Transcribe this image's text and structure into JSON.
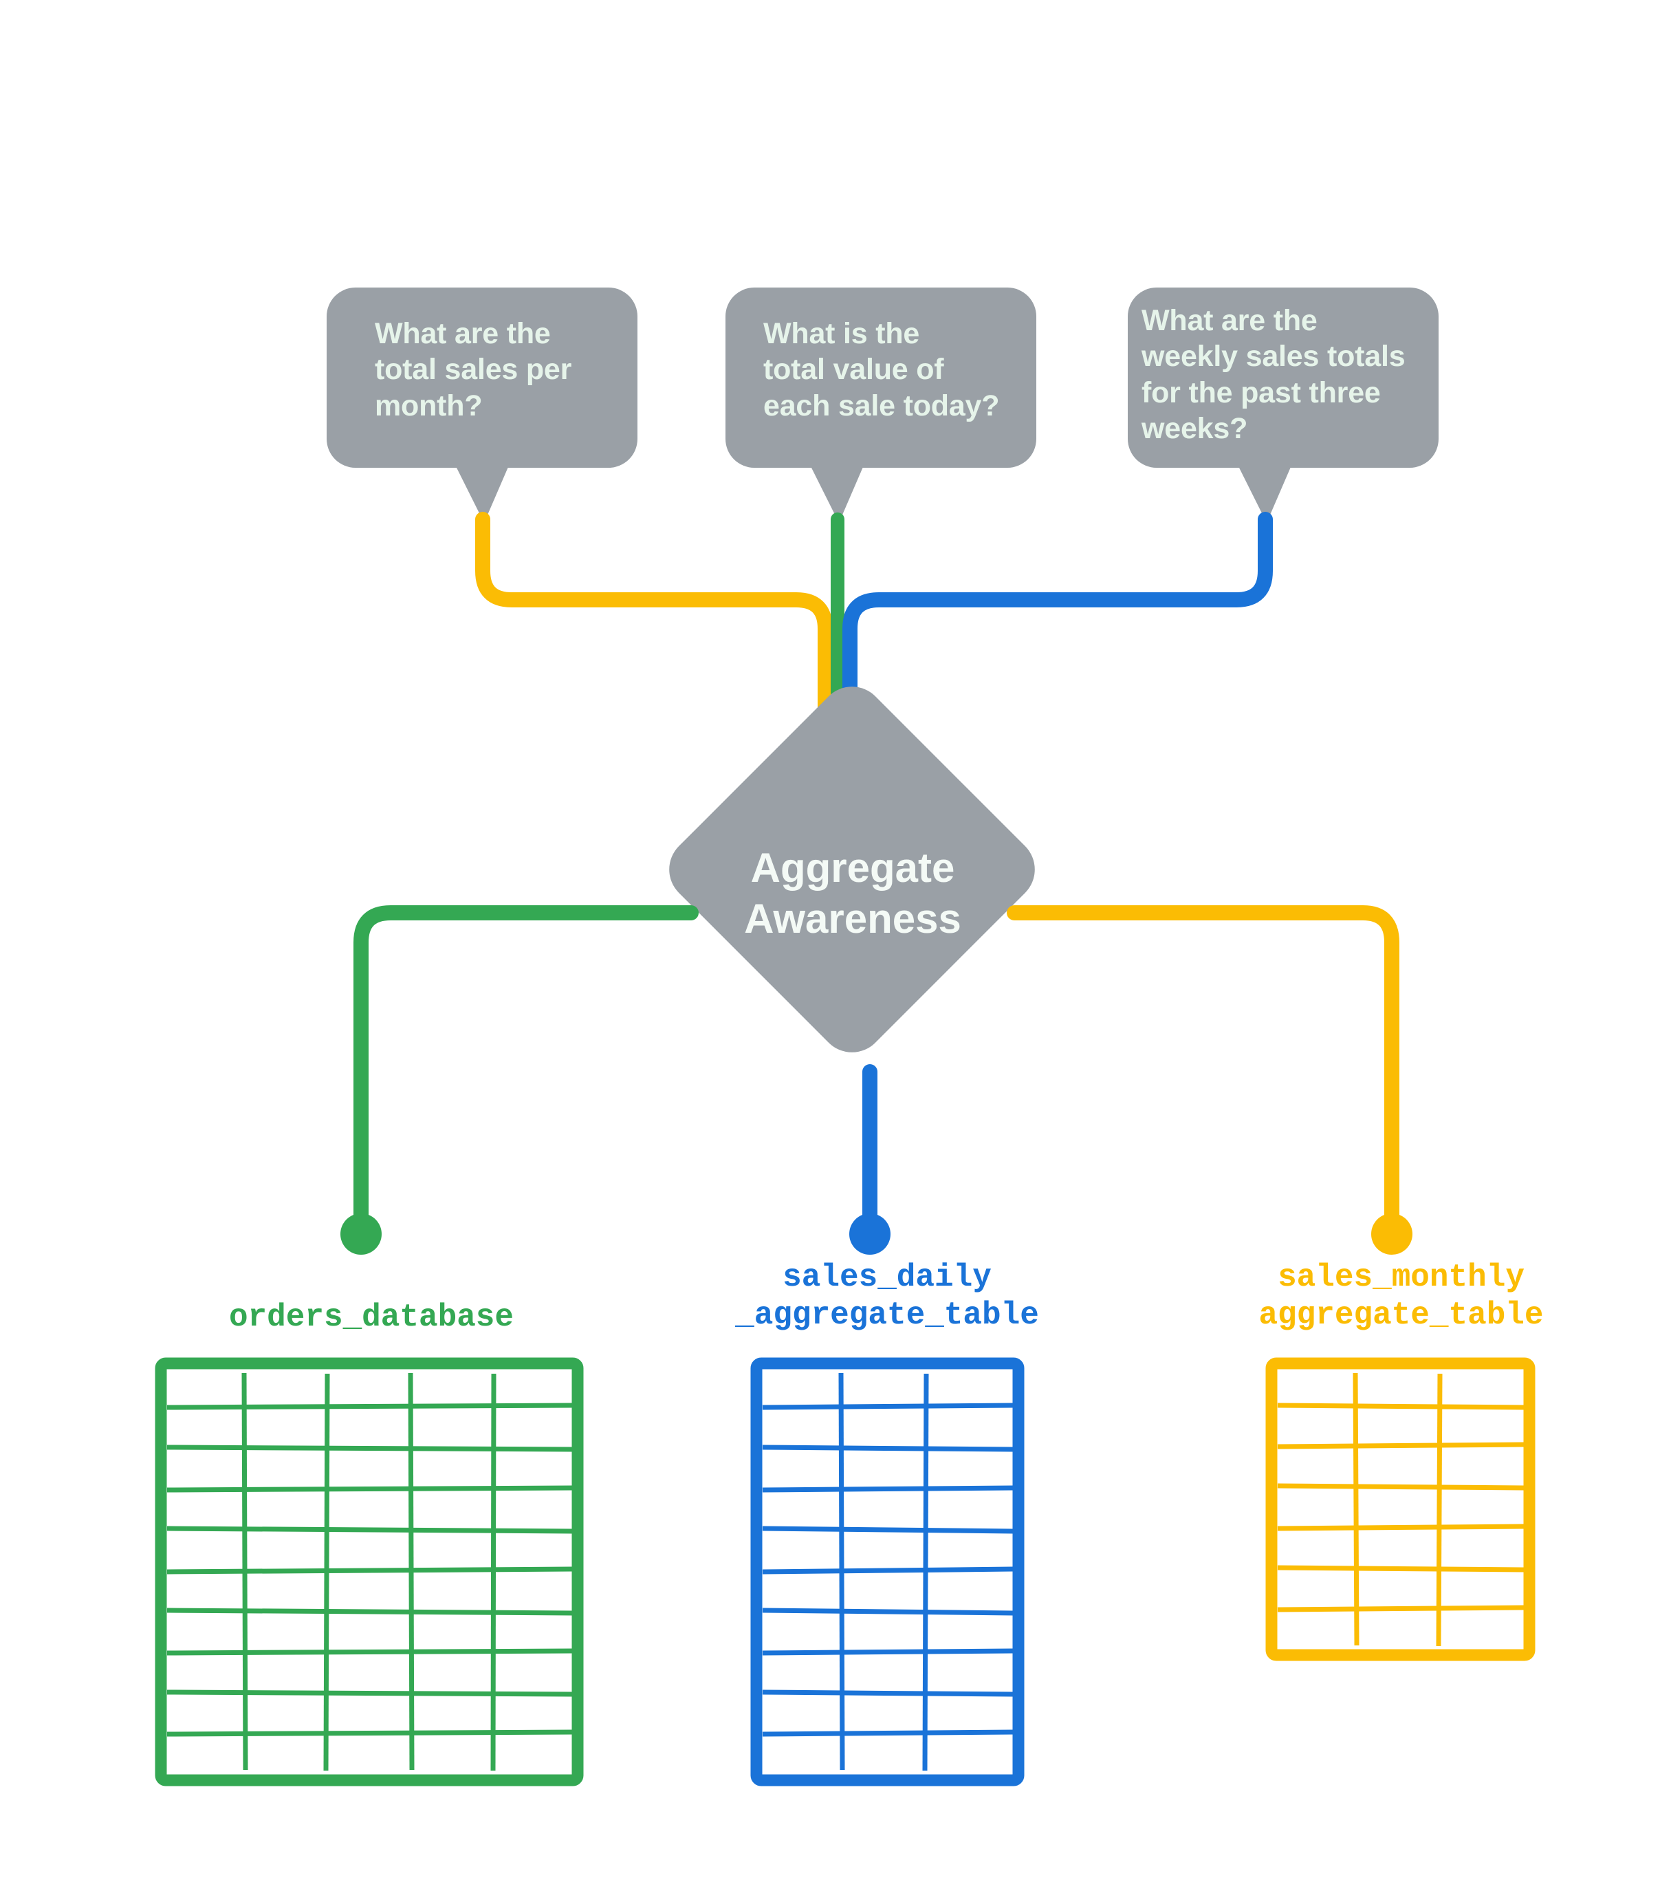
{
  "diagram": {
    "title": "Aggregate Awareness",
    "center_node": {
      "label": "Aggregate\nAwareness",
      "shape": "diamond",
      "fill": "#9AA0A6",
      "text_color": "#F4FAF6"
    },
    "colors": {
      "gray": "#9AA0A6",
      "green": "#34A853",
      "blue": "#1A73D8",
      "yellow": "#FBBC04",
      "bubble_text": "#E6F4EA",
      "background": "#FFFFFF"
    },
    "questions": [
      {
        "id": "question-monthly",
        "text": "What are the\ntotal sales per\nmonth?",
        "connector_color": "#FBBC04",
        "routes_to": "sales_monthly_aggregate_table"
      },
      {
        "id": "question-daily",
        "text": "What is the\ntotal value of\neach sale today?",
        "connector_color": "#34A853",
        "routes_to": "orders_database"
      },
      {
        "id": "question-weekly",
        "text": "What are the\nweekly sales totals\nfor the past three\nweeks?",
        "connector_color": "#1A73D8",
        "routes_to": "sales_daily_aggregate_table"
      }
    ],
    "sources": [
      {
        "id": "orders-database",
        "label": "orders_database",
        "color": "#34A853",
        "columns": 5,
        "rows": 10
      },
      {
        "id": "sales-daily-aggregate-table",
        "label": "sales_daily\n_aggregate_table",
        "color": "#1A73D8",
        "columns": 3,
        "rows": 10
      },
      {
        "id": "sales-monthly-aggregate-table",
        "label": "sales_monthly\naggregate_table",
        "color": "#FBBC04",
        "columns": 3,
        "rows": 7
      }
    ]
  }
}
